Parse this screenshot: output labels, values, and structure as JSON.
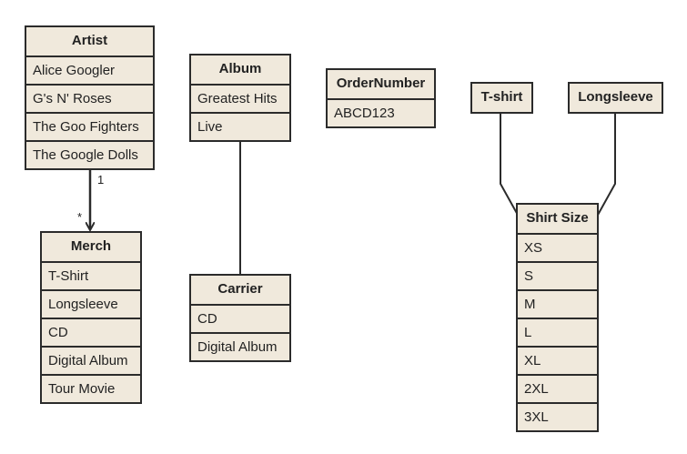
{
  "entities": {
    "artist": {
      "title": "Artist",
      "rows": [
        "Alice Googler",
        "G's N' Roses",
        "The Goo Fighters",
        "The Google Dolls"
      ]
    },
    "album": {
      "title": "Album",
      "rows": [
        "Greatest Hits",
        "Live"
      ]
    },
    "order_number": {
      "title": "OrderNumber",
      "rows": [
        "ABCD123"
      ]
    },
    "tshirt": {
      "title": "T-shirt",
      "rows": []
    },
    "longsleeve": {
      "title": "Longsleeve",
      "rows": []
    },
    "merch": {
      "title": "Merch",
      "rows": [
        "T-Shirt",
        "Longsleeve",
        "CD",
        "Digital Album",
        "Tour Movie"
      ]
    },
    "carrier": {
      "title": "Carrier",
      "rows": [
        "CD",
        "Digital Album"
      ]
    },
    "shirt_size": {
      "title": "Shirt Size",
      "rows": [
        "XS",
        "S",
        "M",
        "L",
        "XL",
        "2XL",
        "3XL"
      ]
    }
  },
  "relations": {
    "artist_merch": {
      "source_multiplicity": "1",
      "target_multiplicity": "*"
    }
  },
  "colors": {
    "box_fill": "#f0e9dc",
    "stroke": "#2b2b2b"
  }
}
